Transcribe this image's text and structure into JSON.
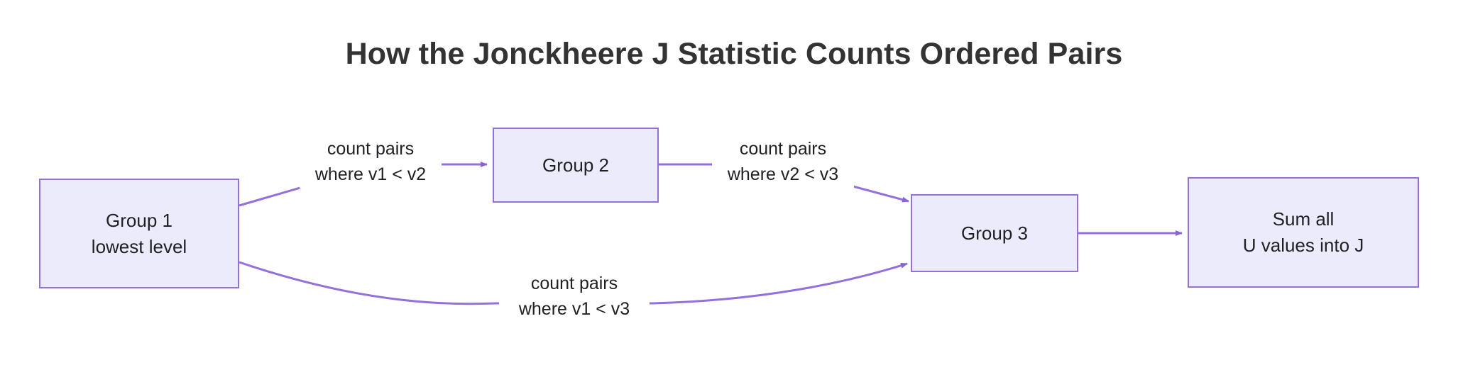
{
  "title": "How the Jonckheere J Statistic Counts Ordered Pairs",
  "colors": {
    "node_fill": "#ECEBFC",
    "node_border": "#9370DB",
    "edge_stroke": "#9370DB",
    "title_text": "#333333",
    "node_text": "#1f1f24",
    "background": "#ffffff"
  },
  "nodes": [
    {
      "id": "group1",
      "line1": "Group 1",
      "line2": "lowest level"
    },
    {
      "id": "group2",
      "line1": "Group 2",
      "line2": ""
    },
    {
      "id": "group3",
      "line1": "Group 3",
      "line2": ""
    },
    {
      "id": "sum",
      "line1": "Sum all",
      "line2": "U values into J"
    }
  ],
  "edges": [
    {
      "id": "e1",
      "from": "group1",
      "to": "group2",
      "label_line1": "count pairs",
      "label_line2": "where v1  <  v2"
    },
    {
      "id": "e2",
      "from": "group2",
      "to": "group3",
      "label_line1": "count pairs",
      "label_line2": "where v2  <  v3"
    },
    {
      "id": "e3",
      "from": "group1",
      "to": "group3",
      "label_line1": "count pairs",
      "label_line2": "where v1  <  v3"
    },
    {
      "id": "e4",
      "from": "group3",
      "to": "sum",
      "label_line1": "",
      "label_line2": ""
    }
  ]
}
